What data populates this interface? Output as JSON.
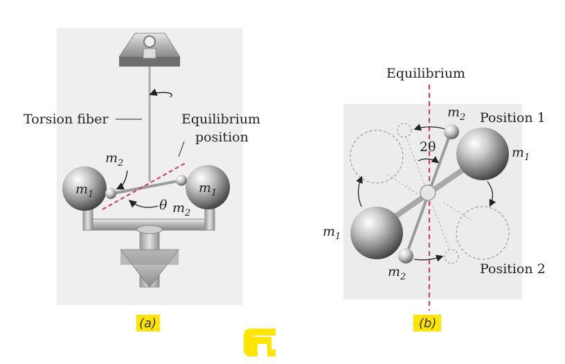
{
  "panel_a": {
    "label_torsion_fiber": "Torsion fiber",
    "label_equilibrium_line1": "Equilibrium",
    "label_equilibrium_line2": "position",
    "mass_m1_base": "m",
    "mass_m1_sub": "1",
    "mass_m2_base": "m",
    "mass_m2_sub": "2",
    "angle_symbol": "θ",
    "caption": "(a)"
  },
  "panel_b": {
    "label_equilibrium": "Equilibrium",
    "label_position1": "Position 1",
    "label_position2": "Position 2",
    "angle_label": "2θ",
    "mass_m1_base": "m",
    "mass_m1_sub": "1",
    "mass_m2_base": "m",
    "mass_m2_sub": "2",
    "caption": "(b)"
  },
  "colors": {
    "highlight": "#ffe600",
    "dashed_line": "#d6336c",
    "sphere_dark": "#555555",
    "sphere_light": "#f2f2f2",
    "background_box": "#eeeeee"
  },
  "logo_icon": "yellow-g-logo"
}
